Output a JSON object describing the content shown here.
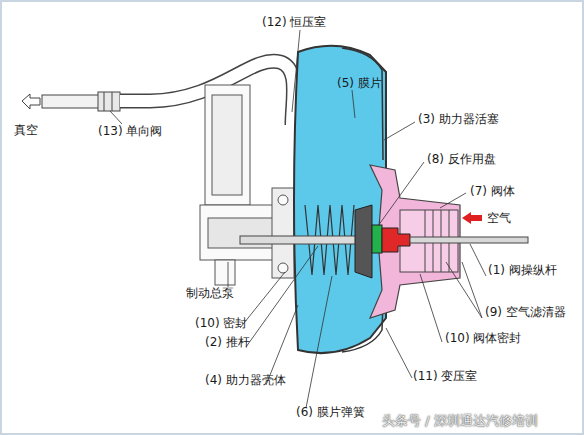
{
  "diagram": {
    "labels": [
      "(12) 恒压室",
      "(5) 膜片",
      "(3) 助力器活塞",
      "(8) 反作用盘",
      "(7) 阀体",
      "空气",
      "真空",
      "(13) 单向阀",
      "(1) 阀操纵杆",
      "(9) 空气滤清器",
      "制动总泵",
      "(10) 密封",
      "(2) 推杆",
      "(10) 阀体密封",
      "(11) 变压室",
      "(4) 助力器壳体",
      "(6) 膜片弹簧",
      "头条号 / 深圳通达汽修培训"
    ]
  }
}
